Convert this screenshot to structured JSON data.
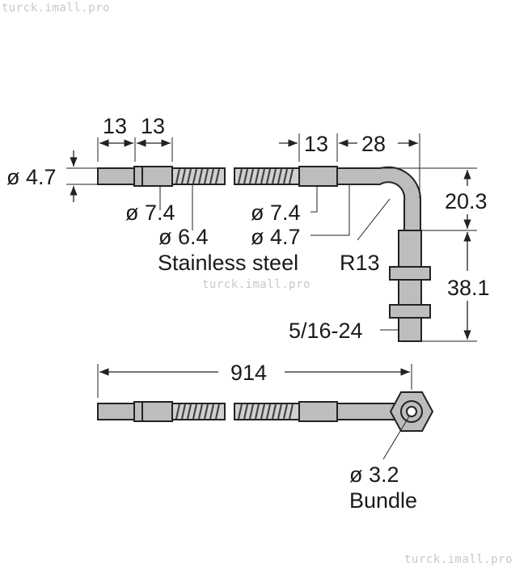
{
  "watermarks": {
    "top_left": "turck.imall.pro",
    "middle": "turck.imall.pro",
    "bottom_right": "turck.imall.pro"
  },
  "dimensions": {
    "top_length_a": "13",
    "top_length_b": "13",
    "left_diameter": "ø 4.7",
    "ferrule_diameter": "ø 7.4",
    "sheath_diameter": "ø 6.4",
    "material": "Stainless steel",
    "right_length_a": "13",
    "right_length_b": "28",
    "right_ferrule_diameter": "ø 7.4",
    "right_tube_diameter": "ø 4.7",
    "bend_height": "20.3",
    "bend_radius": "R13",
    "housing_length": "38.1",
    "thread": "5/16-24",
    "total_length": "914",
    "bundle_diameter": "ø 3.2",
    "bundle_label": "Bundle"
  },
  "colors": {
    "part_fill": "#bdbdbd",
    "outline": "#222222"
  }
}
